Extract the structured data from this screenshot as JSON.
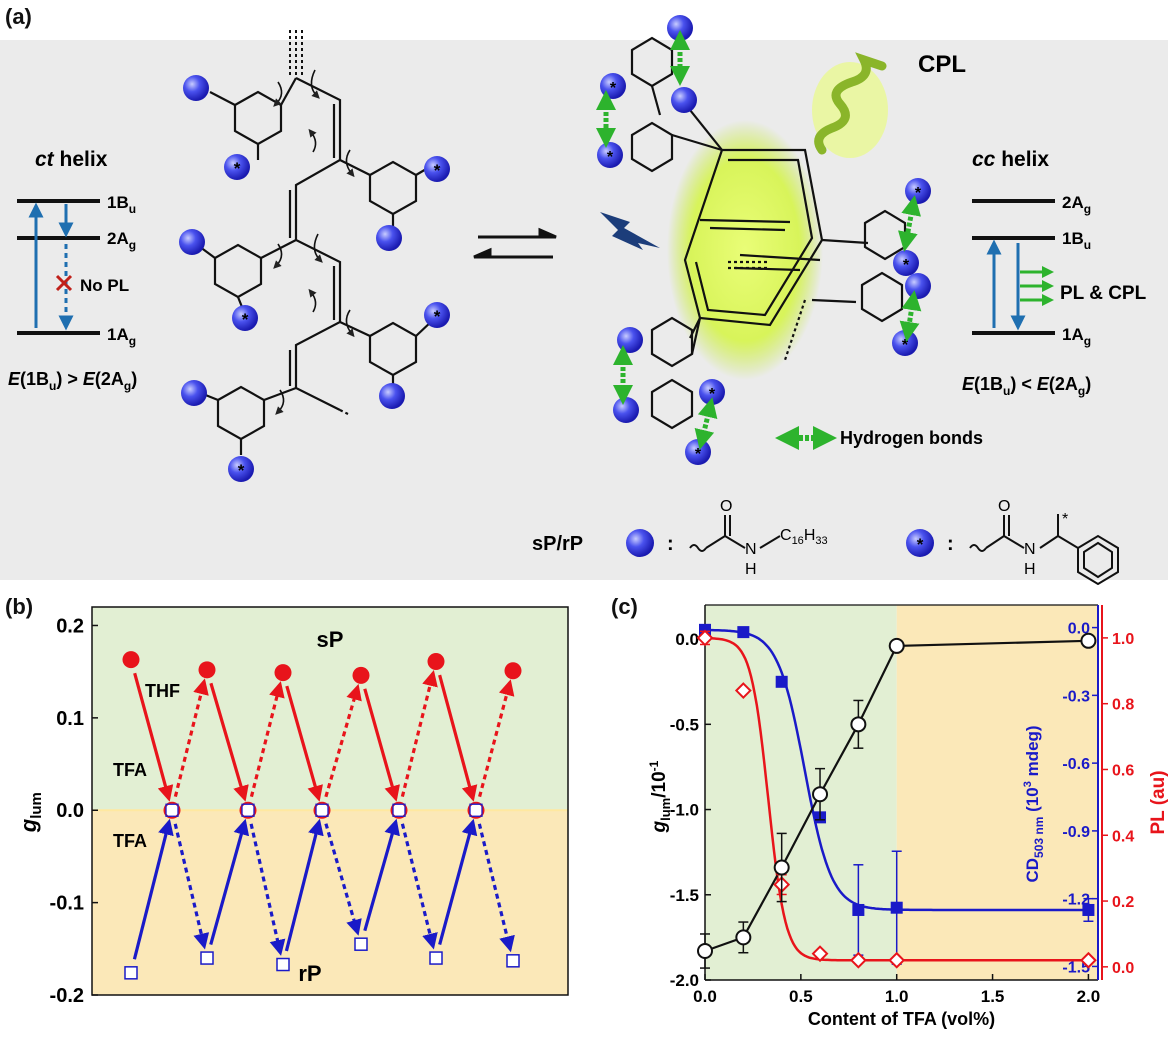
{
  "panel_a": {
    "label": "(a)",
    "left_helix": {
      "title_italic": "ct",
      "title": " helix",
      "level_top": "1B",
      "level_top_sub": "u",
      "level_mid": "2A",
      "level_mid_sub": "g",
      "level_bottom": "1A",
      "level_bottom_sub": "g",
      "no_pl": "No PL",
      "energy": {
        "e1": "E",
        "p1": "(1B",
        "s1": "u",
        "mid": ") > ",
        "e2": "E",
        "p2": "(2A",
        "s2": "g",
        "end": ")"
      }
    },
    "right_helix": {
      "title_italic": "cc",
      "title": " helix",
      "level_top": "2A",
      "level_top_sub": "g",
      "level_mid": "1B",
      "level_mid_sub": "u",
      "level_bottom": "1A",
      "level_bottom_sub": "g",
      "emission": "PL & CPL",
      "energy": {
        "e1": "E",
        "p1": "(1B",
        "s1": "u",
        "mid": ") < ",
        "e2": "E",
        "p2": "(2A",
        "s2": "g",
        "end": ")"
      }
    },
    "cpl_label": "CPL",
    "hydrogen_bonds": "Hydrogen bonds",
    "legend": {
      "polymer": "sP/rP",
      "colon": ":",
      "amide_o": "O",
      "amide_n": "N",
      "amide_h": "H",
      "chain": "C",
      "chain_sub1": "16",
      "chain_mid": "H",
      "chain_sub2": "33",
      "star": "*"
    }
  },
  "panel_b": {
    "label": "(b)",
    "region_top": "sP",
    "region_bottom": "rP",
    "tag_thf": "THF",
    "tag_tfa_top": "TFA",
    "tag_tfa_bottom": "TFA",
    "ylabel_main": "g",
    "ylabel_sub": "lum"
  },
  "panel_c": {
    "label": "(c)",
    "xlabel": "Content of TFA (vol%)",
    "ylabel_left_main": "g",
    "ylabel_left_sub": "lum",
    "ylabel_left_unit": "/10",
    "ylabel_left_exp": "-1",
    "ylabel_mid": "CD",
    "ylabel_mid_sub": "503 nm",
    "ylabel_mid_unit": " (10",
    "ylabel_mid_exp": "3",
    "ylabel_mid_end": " mdeg)",
    "ylabel_right": "PL (au)"
  },
  "colors": {
    "red": "#e8141b",
    "blue": "#1a1ac8",
    "green_bg": "#e2efd3",
    "orange_bg": "#fbe8b8",
    "helix_green": "#2db32d"
  },
  "chart_data": [
    {
      "type": "line",
      "panel": "(b)",
      "ylabel": "g_lum",
      "ylim": [
        -0.2,
        0.22
      ],
      "yticks": [
        "0.2",
        "0.1",
        "0.0",
        "-0.1",
        "-0.2"
      ],
      "ytick_values": [
        0.2,
        0.1,
        0.0,
        -0.1,
        -0.2
      ],
      "series": [
        {
          "name": "sP",
          "values": [
            0.163,
            0.152,
            0.149,
            0.146,
            0.161,
            0.151
          ],
          "zero_values": [
            0,
            0,
            0,
            0,
            0
          ]
        },
        {
          "name": "rP",
          "values": [
            -0.176,
            -0.16,
            -0.167,
            -0.145,
            -0.16,
            -0.163
          ]
        }
      ],
      "grid": false
    },
    {
      "type": "line",
      "panel": "(c)",
      "xlabel": "Content of TFA (vol%)",
      "xlim": [
        0,
        2.05
      ],
      "xticks": [
        "0.0",
        "0.5",
        "1.0",
        "1.5",
        "2.0"
      ],
      "xtick_values": [
        0,
        0.5,
        1.0,
        1.5,
        2.0
      ],
      "series": [
        {
          "name": "g_lum",
          "axis": "left",
          "ylim": [
            -2.0,
            0.2
          ],
          "yticks": [
            "0.0",
            "-0.5",
            "-1.0",
            "-1.5",
            "-2.0"
          ],
          "ytick_values": [
            0,
            -0.5,
            -1.0,
            -1.5,
            -2.0
          ],
          "x": [
            0,
            0.2,
            0.4,
            0.6,
            0.8,
            1.0,
            2.0
          ],
          "y": [
            -1.83,
            -1.75,
            -1.34,
            -0.91,
            -0.5,
            -0.04,
            -0.01
          ],
          "err": [
            0.1,
            0.09,
            0.2,
            0.15,
            0.14,
            0.0,
            0.0
          ]
        },
        {
          "name": "CD_503nm",
          "axis": "middle",
          "ylim": [
            -1.56,
            0.1
          ],
          "yticks": [
            "0.0",
            "-0.3",
            "-0.6",
            "-0.9",
            "-1.2",
            "-1.5"
          ],
          "ytick_values": [
            0,
            -0.3,
            -0.6,
            -0.9,
            -1.2,
            -1.5
          ],
          "x": [
            0,
            0.2,
            0.4,
            0.6,
            0.8,
            1.0,
            2.0
          ],
          "y": [
            -0.01,
            -0.02,
            -0.24,
            -0.84,
            -1.25,
            -1.24,
            -1.25
          ],
          "err": [
            0,
            0,
            0,
            0,
            0.2,
            0.25,
            0.05
          ]
        },
        {
          "name": "PL",
          "axis": "right",
          "ylim": [
            -0.04,
            1.1
          ],
          "yticks": [
            "1.0",
            "0.8",
            "0.6",
            "0.4",
            "0.2",
            "0.0"
          ],
          "ytick_values": [
            1.0,
            0.8,
            0.6,
            0.4,
            0.2,
            0.0
          ],
          "x": [
            0,
            0.2,
            0.4,
            0.6,
            0.8,
            1.0,
            2.0
          ],
          "y": [
            1.0,
            0.84,
            0.25,
            0.04,
            0.02,
            0.02,
            0.02
          ],
          "err": [
            0.02,
            0,
            0.03,
            0,
            0,
            0,
            0
          ]
        }
      ]
    }
  ]
}
